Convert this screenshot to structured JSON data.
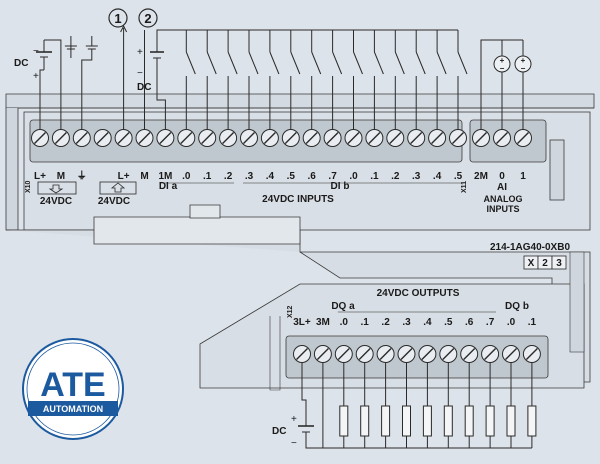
{
  "callouts": [
    "1",
    "2"
  ],
  "supply_labels": {
    "dc_left": "DC",
    "dc_mid": "DC",
    "dc_bottom": "DC",
    "plus": "+",
    "minus": "−"
  },
  "top_block": {
    "connector_id": "X10",
    "left_pins": [
      {
        "label": "L+"
      },
      {
        "label": "M"
      },
      {
        "label": "⏚"
      },
      {
        "label": "L+"
      },
      {
        "label": "M"
      }
    ],
    "psu_labels": [
      "24VDC",
      "24VDC"
    ],
    "input_pins": [
      ".0",
      ".1",
      ".2",
      ".3",
      ".4",
      ".5",
      ".6",
      ".7",
      ".0",
      ".1",
      ".2",
      ".3",
      ".4",
      ".5"
    ],
    "common_pin": "1M",
    "group_labels": {
      "a": "DI a",
      "b": "DI b"
    },
    "inputs_title": "24VDC INPUTS"
  },
  "analog_block": {
    "connector_id": "X11",
    "pins": [
      "2M",
      "0",
      "1"
    ],
    "group_label": "AI",
    "title_line1": "ANALOG",
    "title_line2": "INPUTS"
  },
  "device": {
    "part_number": "214-1AG40-0XB0",
    "version_boxes": [
      "X",
      "2",
      "3"
    ]
  },
  "output_block": {
    "connector_id": "X12",
    "title": "24VDC OUTPUTS",
    "supply_pins": [
      "3L+",
      "3M"
    ],
    "output_pins": [
      ".0",
      ".1",
      ".2",
      ".3",
      ".4",
      ".5",
      ".6",
      ".7",
      ".0",
      ".1"
    ],
    "group_labels": {
      "a": "DQ a",
      "b": "DQ b"
    }
  },
  "logo": {
    "main": "ATE",
    "sub": "AUTOMATION"
  },
  "colors": {
    "background": "#dde3ea",
    "terminal": "#c0c8cf",
    "logo": "#1c5aa0"
  }
}
